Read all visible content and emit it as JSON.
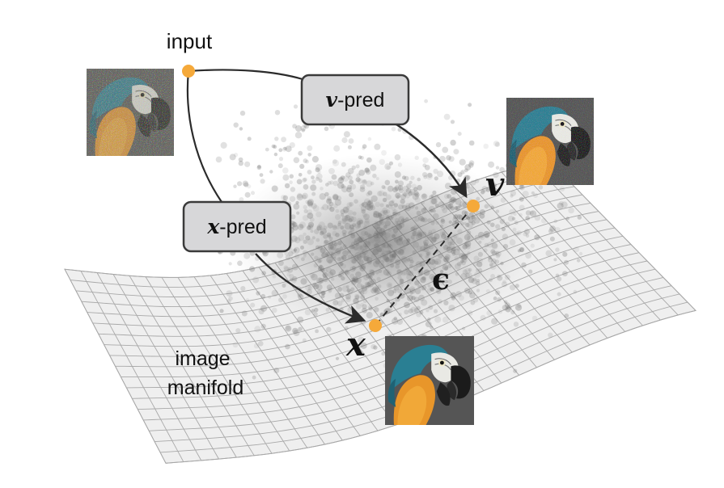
{
  "labels": {
    "input": "input",
    "manifold_line1": "image",
    "manifold_line2": "manifold",
    "v_symbol": "v",
    "x_symbol": "x",
    "eps_symbol": "ϵ"
  },
  "boxes": {
    "v_pred": {
      "symbol": "v",
      "suffix": "-pred"
    },
    "x_pred": {
      "symbol": "x",
      "suffix": "-pred"
    }
  },
  "thumbnails": {
    "input": "noisy-parrot-image",
    "v": "slightly-noisy-parrot-image",
    "x": "clean-parrot-image"
  },
  "colors": {
    "node": "#f5a93a",
    "box_fill": "#d7d7d9",
    "box_stroke": "#3a3a3a",
    "arrow": "#2b2b2b",
    "grid": "#a9a9a9",
    "manifold_fill": "#efefef",
    "parrot_orange": "#e8962a",
    "parrot_teal": "#2a7f93",
    "background": "#ffffff"
  }
}
